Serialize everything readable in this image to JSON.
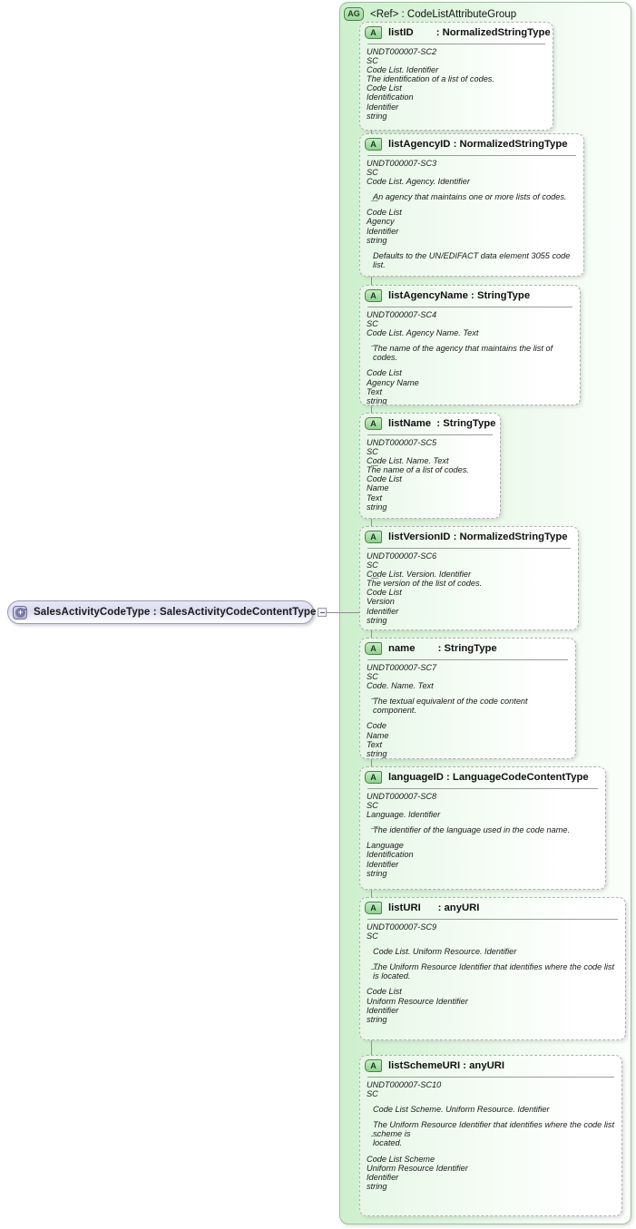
{
  "diagram": {
    "type": "xsd-schema-tree",
    "root": {
      "badge": "CT",
      "expand_glyph": "+",
      "label": "SalesActivityCodeType  :  SalesActivityCodeContentType",
      "collapse_toggle": "minus-box"
    },
    "group": {
      "badge": "AG",
      "ref_label": "<Ref>",
      "title": "<Ref>        : CodeListAttributeGroup"
    },
    "attributes": [
      {
        "badge": "A",
        "header": "listID        : NormalizedStringType",
        "name": "listID",
        "type": "NormalizedStringType",
        "lines": [
          {
            "text": "UNDT000007-SC2",
            "gap": false,
            "indent": false
          },
          {
            "text": "SC",
            "gap": false,
            "indent": false
          },
          {
            "text": "Code List. Identifier",
            "gap": false,
            "indent": false
          },
          {
            "text": "The identification of a list of codes.",
            "gap": false,
            "indent": false
          },
          {
            "text": "Code List",
            "gap": false,
            "indent": false
          },
          {
            "text": "Identification",
            "gap": false,
            "indent": false
          },
          {
            "text": "Identifier",
            "gap": false,
            "indent": false
          },
          {
            "text": "string",
            "gap": false,
            "indent": false
          }
        ]
      },
      {
        "badge": "A",
        "header": "listAgencyID : NormalizedStringType",
        "name": "listAgencyID",
        "type": "NormalizedStringType",
        "lines": [
          {
            "text": "UNDT000007-SC3",
            "gap": false,
            "indent": false
          },
          {
            "text": "SC",
            "gap": false,
            "indent": false
          },
          {
            "text": "Code List. Agency. Identifier",
            "gap": false,
            "indent": false
          },
          {
            "text": "An agency that maintains one or more lists of codes.",
            "gap": true,
            "indent": true
          },
          {
            "text": "Code List",
            "gap": true,
            "indent": false
          },
          {
            "text": "Agency",
            "gap": false,
            "indent": false
          },
          {
            "text": "Identifier",
            "gap": false,
            "indent": false
          },
          {
            "text": "string",
            "gap": false,
            "indent": false
          },
          {
            "text": "Defaults to the UN/EDIFACT data element 3055 code list.",
            "gap": true,
            "indent": true
          }
        ]
      },
      {
        "badge": "A",
        "header": "listAgencyName : StringType",
        "name": "listAgencyName",
        "type": "StringType",
        "lines": [
          {
            "text": "UNDT000007-SC4",
            "gap": false,
            "indent": false
          },
          {
            "text": "SC",
            "gap": false,
            "indent": false
          },
          {
            "text": "Code List. Agency Name. Text",
            "gap": false,
            "indent": false
          },
          {
            "text": "The name of the agency that maintains the list of codes.",
            "gap": true,
            "indent": true
          },
          {
            "text": "Code List",
            "gap": true,
            "indent": false
          },
          {
            "text": "Agency Name",
            "gap": false,
            "indent": false
          },
          {
            "text": "Text",
            "gap": false,
            "indent": false
          },
          {
            "text": "string",
            "gap": false,
            "indent": false
          }
        ]
      },
      {
        "badge": "A",
        "header": "listName  : StringType",
        "name": "listName",
        "type": "StringType",
        "lines": [
          {
            "text": "UNDT000007-SC5",
            "gap": false,
            "indent": false
          },
          {
            "text": "SC",
            "gap": false,
            "indent": false
          },
          {
            "text": "Code List. Name. Text",
            "gap": false,
            "indent": false
          },
          {
            "text": "The name of a list of codes.",
            "gap": false,
            "indent": false
          },
          {
            "text": "Code List",
            "gap": false,
            "indent": false
          },
          {
            "text": "Name",
            "gap": false,
            "indent": false
          },
          {
            "text": "Text",
            "gap": false,
            "indent": false
          },
          {
            "text": "string",
            "gap": false,
            "indent": false
          }
        ]
      },
      {
        "badge": "A",
        "header": "listVersionID : NormalizedStringType",
        "name": "listVersionID",
        "type": "NormalizedStringType",
        "lines": [
          {
            "text": "UNDT000007-SC6",
            "gap": false,
            "indent": false
          },
          {
            "text": "SC",
            "gap": false,
            "indent": false
          },
          {
            "text": "Code List. Version. Identifier",
            "gap": false,
            "indent": false
          },
          {
            "text": "The version of the list of codes.",
            "gap": false,
            "indent": false
          },
          {
            "text": "Code List",
            "gap": false,
            "indent": false
          },
          {
            "text": "Version",
            "gap": false,
            "indent": false
          },
          {
            "text": "Identifier",
            "gap": false,
            "indent": false
          },
          {
            "text": "string",
            "gap": false,
            "indent": false
          }
        ]
      },
      {
        "badge": "A",
        "header": "name        : StringType",
        "name": "name",
        "type": "StringType",
        "lines": [
          {
            "text": "UNDT000007-SC7",
            "gap": false,
            "indent": false
          },
          {
            "text": "SC",
            "gap": false,
            "indent": false
          },
          {
            "text": "Code. Name. Text",
            "gap": false,
            "indent": false
          },
          {
            "text": "The textual equivalent of the code content component.",
            "gap": true,
            "indent": true
          },
          {
            "text": "Code",
            "gap": true,
            "indent": false
          },
          {
            "text": "Name",
            "gap": false,
            "indent": false
          },
          {
            "text": "Text",
            "gap": false,
            "indent": false
          },
          {
            "text": "string",
            "gap": false,
            "indent": false
          }
        ]
      },
      {
        "badge": "A",
        "header": "languageID : LanguageCodeContentType",
        "name": "languageID",
        "type": "LanguageCodeContentType",
        "lines": [
          {
            "text": "UNDT000007-SC8",
            "gap": false,
            "indent": false
          },
          {
            "text": "SC",
            "gap": false,
            "indent": false
          },
          {
            "text": "Language. Identifier",
            "gap": false,
            "indent": false
          },
          {
            "text": "The identifier of the language used in the code name.",
            "gap": true,
            "indent": true
          },
          {
            "text": "Language",
            "gap": true,
            "indent": false
          },
          {
            "text": "Identification",
            "gap": false,
            "indent": false
          },
          {
            "text": "Identifier",
            "gap": false,
            "indent": false
          },
          {
            "text": "string",
            "gap": false,
            "indent": false
          }
        ]
      },
      {
        "badge": "A",
        "header": "listURI      : anyURI",
        "name": "listURI",
        "type": "anyURI",
        "lines": [
          {
            "text": "UNDT000007-SC9",
            "gap": false,
            "indent": false
          },
          {
            "text": "SC",
            "gap": false,
            "indent": false
          },
          {
            "text": "Code List. Uniform Resource. Identifier",
            "gap": true,
            "indent": true
          },
          {
            "text": "The Uniform Resource Identifier that identifies where the code list is located.",
            "gap": true,
            "indent": true
          },
          {
            "text": "Code List",
            "gap": true,
            "indent": false
          },
          {
            "text": "Uniform Resource Identifier",
            "gap": false,
            "indent": false
          },
          {
            "text": "Identifier",
            "gap": false,
            "indent": false
          },
          {
            "text": "string",
            "gap": false,
            "indent": false
          }
        ]
      },
      {
        "badge": "A",
        "header": "listSchemeURI : anyURI",
        "name": "listSchemeURI",
        "type": "anyURI",
        "lines": [
          {
            "text": "UNDT000007-SC10",
            "gap": false,
            "indent": false
          },
          {
            "text": "SC",
            "gap": false,
            "indent": false
          },
          {
            "text": "Code List Scheme. Uniform Resource. Identifier",
            "gap": true,
            "indent": true
          },
          {
            "text": "The Uniform Resource Identifier that identifies where the code list scheme is",
            "gap": true,
            "indent": true
          },
          {
            "text": "located.",
            "gap": false,
            "indent": true
          },
          {
            "text": "Code List Scheme",
            "gap": true,
            "indent": false
          },
          {
            "text": "Uniform Resource Identifier",
            "gap": false,
            "indent": false
          },
          {
            "text": "Identifier",
            "gap": false,
            "indent": false
          },
          {
            "text": "string",
            "gap": false,
            "indent": false
          }
        ]
      }
    ]
  },
  "colors": {
    "group_fill_left": "#cdf0cd",
    "group_border": "#9fbf9f",
    "attr_border": "#b0b0b0",
    "badge_green": "#8fd28f",
    "root_fill": "#dcdcf0",
    "root_border": "#9a9ab8",
    "connector": "#8e8e8e"
  }
}
